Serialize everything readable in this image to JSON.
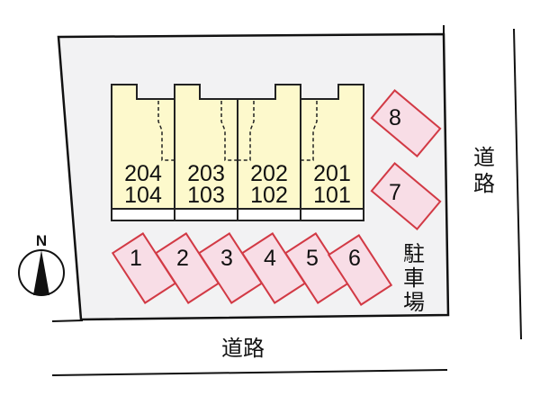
{
  "units": [
    {
      "upper": "204",
      "lower": "104"
    },
    {
      "upper": "203",
      "lower": "103"
    },
    {
      "upper": "202",
      "lower": "102"
    },
    {
      "upper": "201",
      "lower": "101"
    }
  ],
  "parking_spaces": [
    "1",
    "2",
    "3",
    "4",
    "5",
    "6",
    "7",
    "8"
  ],
  "labels": {
    "road_bottom": "道路",
    "road_right_1": "道",
    "road_right_2": "路",
    "parking_1": "駐",
    "parking_2": "車",
    "parking_3": "場",
    "north": "N"
  },
  "colors": {
    "building": "#fdf9cc",
    "parking_fill": "#f8dde6",
    "parking_stroke": "#d23a45",
    "lot": "#f2f2f3"
  }
}
